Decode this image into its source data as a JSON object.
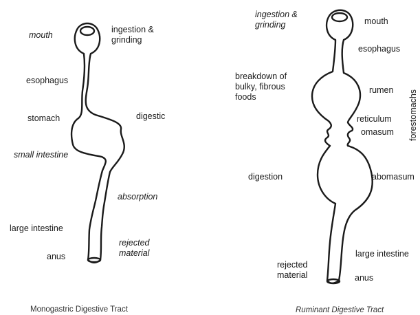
{
  "monogastric": {
    "caption": "Monogastric Digestive Tract",
    "labels": {
      "mouth": "mouth",
      "ingestion": "ingestion &\ngrinding",
      "esophagus": "esophagus",
      "stomach": "stomach",
      "digestic": "digestic",
      "small_intestine": "small intestine",
      "absorption": "absorption",
      "large_intestine": "large intestine",
      "rejected": "rejected\nmaterial",
      "anus": "anus"
    }
  },
  "ruminant": {
    "caption": "Ruminant Digestive Tract",
    "labels": {
      "ingestion": "ingestion &\ngrinding",
      "mouth": "mouth",
      "esophagus": "esophagus",
      "breakdown": "breakdown of\nbulky, fibrous\nfoods",
      "rumen": "rumen",
      "reticulum": "reticulum",
      "omasum": "omasum",
      "forestomachs": "forestomachs",
      "digestion": "digestion",
      "abomasum": "abomasum",
      "large_intestine": "large intestine",
      "rejected": "rejected\nmaterial",
      "anus": "anus"
    }
  },
  "colors": {
    "ink": "#1a1a1a",
    "caption": "#333333",
    "background": "#ffffff"
  }
}
